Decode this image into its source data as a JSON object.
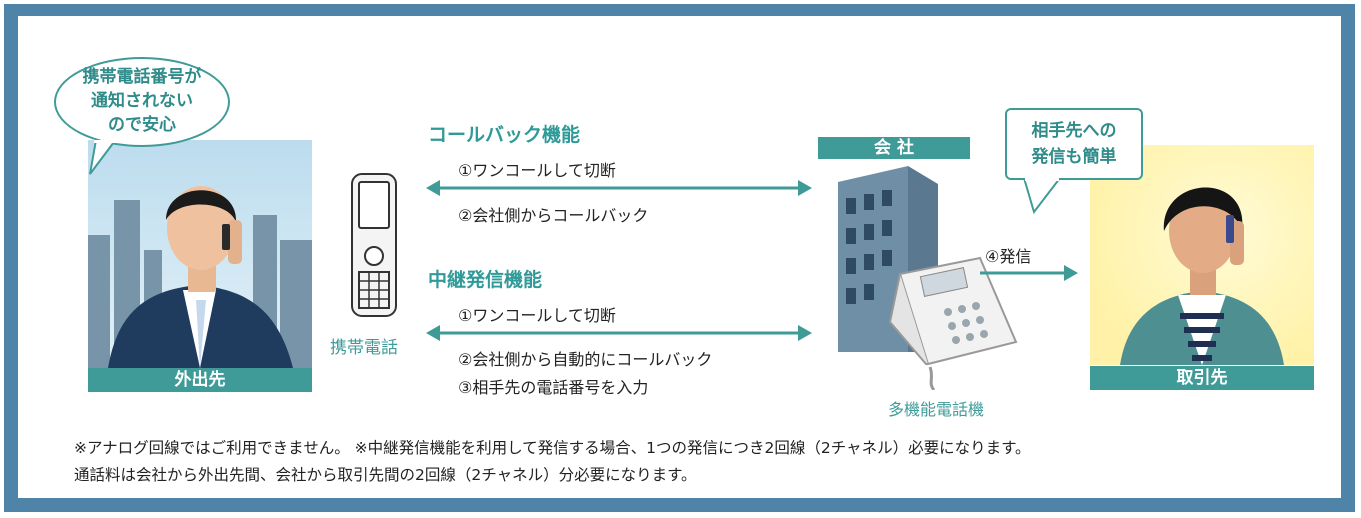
{
  "left_person": {
    "bubble_line1": "携帯電話番号が",
    "bubble_line2": "通知されない",
    "bubble_line3": "ので安心",
    "label": "外出先"
  },
  "phone": {
    "label": "携帯電話"
  },
  "callback": {
    "title": "コールバック機能",
    "step1": "①ワンコールして切断",
    "step2": "②会社側からコールバック"
  },
  "relay": {
    "title": "中継発信機能",
    "step1": "①ワンコールして切断",
    "step2": "②会社側から自動的にコールバック",
    "step3": "③相手先の電話番号を入力"
  },
  "company": {
    "label": "会 社",
    "phone_label": "多機能電話機",
    "send": "④発信"
  },
  "right_person": {
    "bubble_line1": "相手先への",
    "bubble_line2": "発信も簡単",
    "label": "取引先"
  },
  "notes": {
    "line1": "※アナログ回線ではご利用できません。 ※中継発信機能を利用して発信する場合、1つの発信につき2回線（2チャネル）必要になります。",
    "line2": "通話料は会社から外出先間、会社から取引先間の2回線（2チャネル）分必要になります。"
  },
  "colors": {
    "teal": "#3f9b98",
    "frame": "#4f84a8",
    "sky": "#cfe6f2",
    "building": "#6f8fa6"
  }
}
